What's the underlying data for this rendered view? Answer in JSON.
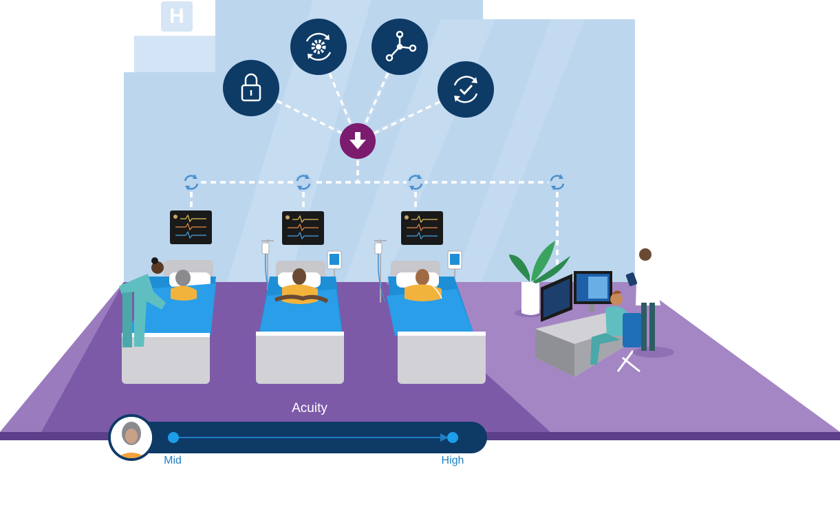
{
  "hospital_sign": {
    "letter": "H"
  },
  "hub_icons": [
    "lock-icon",
    "gear-sync-icon",
    "network-icon",
    "check-sync-icon"
  ],
  "center_icon": "download-arrow-icon",
  "sync_nodes": [
    "sync-icon",
    "sync-icon",
    "sync-icon",
    "sync-icon"
  ],
  "beds": [
    {
      "patient": "patient-1",
      "caregiver": "nurse",
      "monitor": "vital-signs-monitor"
    },
    {
      "patient": "patient-2",
      "equipment": [
        "iv-pole",
        "infusion-pump"
      ],
      "monitor": "vital-signs-monitor"
    },
    {
      "patient": "patient-3",
      "equipment": [
        "iv-pole",
        "infusion-pump"
      ],
      "monitor": "vital-signs-monitor"
    }
  ],
  "workstation": {
    "staff": [
      "seated-clinician",
      "standing-doctor"
    ],
    "items": [
      "dual-monitors",
      "potted-plant"
    ]
  },
  "acuity": {
    "title": "Acuity",
    "low_label": "Mid",
    "high_label": "High"
  },
  "colors": {
    "wall": "#bcd6ee",
    "wall_light": "#d2e4f5",
    "floor": "#7c5aa8",
    "floor_edge": "#5c3f8a",
    "navy": "#0e3a66",
    "magenta": "#7b1c6e",
    "accent_blue": "#1d7fc4",
    "blanket": "#1e8fd6"
  }
}
